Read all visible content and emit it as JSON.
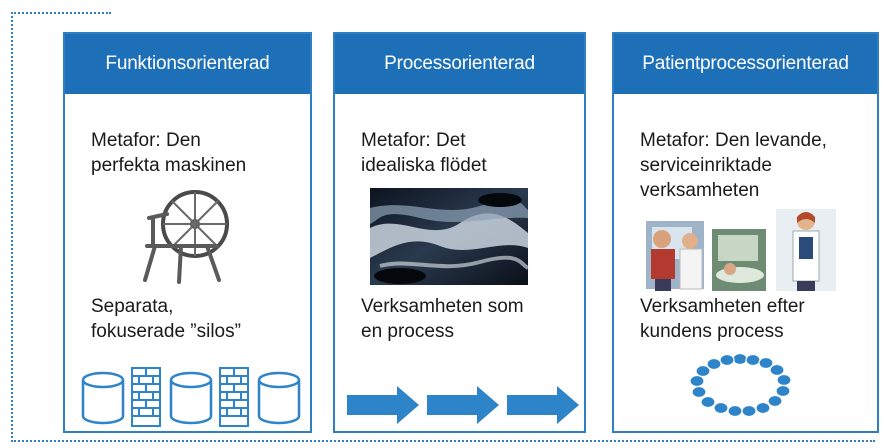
{
  "panels": [
    {
      "title": "Funktionsorienterad",
      "metaphor": [
        "Metafor: Den",
        "perfekta maskinen"
      ],
      "description": [
        "Separata,",
        "fokuserade ”silos”"
      ],
      "image_icon": "spinning-wheel-icon",
      "bottom_icons": [
        "database-cylinder-icon",
        "brick-wall-icon",
        "database-cylinder-icon",
        "brick-wall-icon",
        "database-cylinder-icon"
      ]
    },
    {
      "title": "Processorienterad",
      "metaphor": [
        "Metafor: Det",
        "idealiska flödet"
      ],
      "description": [
        "Verksamheten som",
        "en process"
      ],
      "image_icon": "river-stream-photo",
      "bottom_icons": [
        "arrow-right-icon",
        "arrow-right-icon",
        "arrow-right-icon"
      ]
    },
    {
      "title": "Patientprocessorienterad",
      "metaphor": [
        "Metafor: Den levande,",
        "serviceinriktade",
        "verksamheten"
      ],
      "description": [
        "Verksamheten efter",
        "kundens process"
      ],
      "image_icon": "healthcare-staff-icon",
      "bottom_icons": [
        "circular-chain-icon"
      ]
    }
  ],
  "colors": {
    "accent": "#1d6fb8",
    "border": "#2f7fc1",
    "icon_blue": "#2d84c8"
  }
}
